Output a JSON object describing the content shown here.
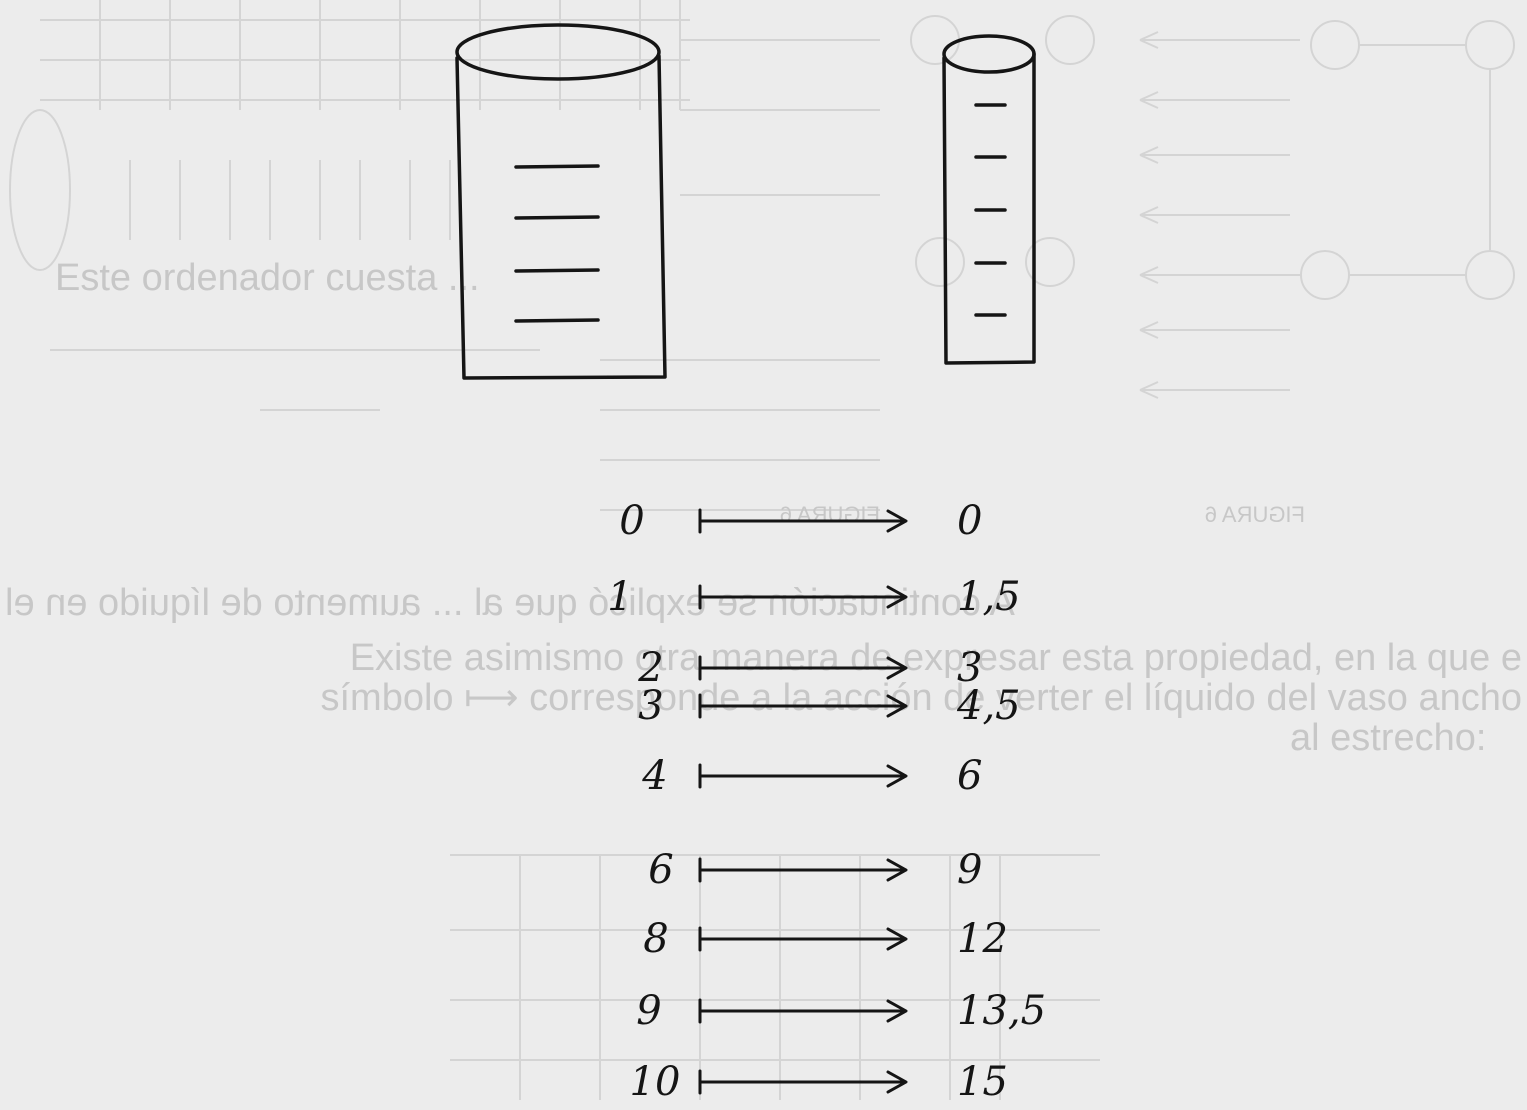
{
  "figure": {
    "mapping": {
      "left_values": [
        "0",
        "1",
        "2",
        "3",
        "4",
        "6",
        "8",
        "9",
        "10"
      ],
      "right_values": [
        "0",
        "1,5",
        "3",
        "4,5",
        "6",
        "9",
        "12",
        "13,5",
        "15"
      ]
    },
    "wide_glass": {
      "tick_marks": 4
    },
    "narrow_glass": {
      "tick_marks": 5
    }
  },
  "bleed_through": {
    "colors": {
      "ink": "#151515",
      "ghost": "#c4c4c4",
      "paper": "#ececec"
    },
    "lines": [
      "Este ordenador cuesta ...",
      "A continuación se explicó que al ... aumento de líquido en el",
      "Existe asimismo otra manera de expresar esta propiedad, en la que e",
      "símbolo ⟼ corresponde a la acción de verter el líquido del vaso ancho",
      "al estrecho:"
    ],
    "captions": [
      "FIGURA 6",
      "FIGURA 6"
    ]
  }
}
